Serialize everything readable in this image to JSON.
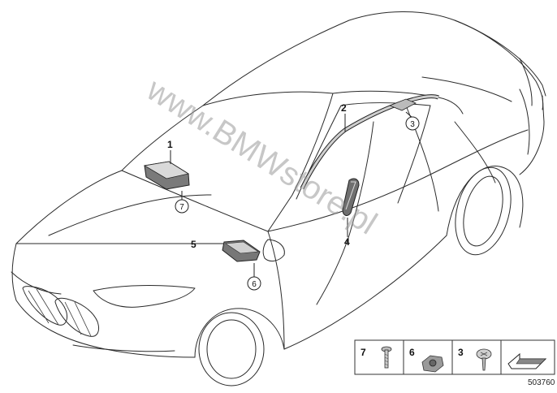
{
  "callouts": [
    {
      "id": "1",
      "label": "1"
    },
    {
      "id": "2",
      "label": "2"
    },
    {
      "id": "3",
      "label": "3"
    },
    {
      "id": "4",
      "label": "4"
    },
    {
      "id": "5",
      "label": "5"
    },
    {
      "id": "6",
      "label": "6"
    },
    {
      "id": "7",
      "label": "7"
    }
  ],
  "watermark": "www.BMWstore.pl",
  "legend": {
    "items": [
      {
        "label": "7",
        "icon": "bolt-icon"
      },
      {
        "label": "6",
        "icon": "clip-nut-icon"
      },
      {
        "label": "3",
        "icon": "screw-icon"
      }
    ],
    "arrow_icon": "arrow-reference-icon"
  },
  "diagram_id": "503760"
}
